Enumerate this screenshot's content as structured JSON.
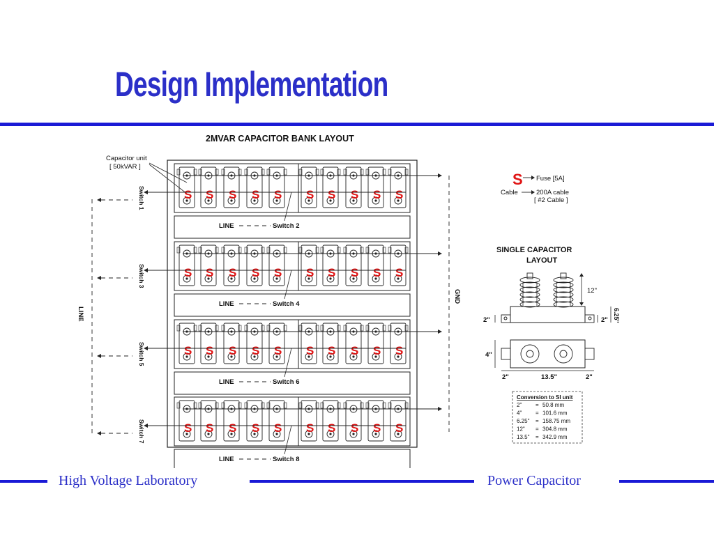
{
  "slide": {
    "title": "Design Implementation"
  },
  "diagram": {
    "heading": "2MVAR CAPACITOR BANK LAYOUT",
    "capacitor_unit_label": [
      "Capacitor unit",
      "[ 50kVAR ]"
    ],
    "switches": [
      "Switch 1",
      "Switch 3",
      "Switch 5",
      "Switch 7"
    ],
    "line_switches": [
      "Switch 2",
      "Switch 4",
      "Switch 6",
      "Switch 8"
    ],
    "line_label": "LINE",
    "left_line_label": "LINE",
    "gnd_label": "GND",
    "fuse_symbol": "S",
    "legend": {
      "fuse": "Fuse [5A]",
      "cable": "Cable",
      "cable_spec": [
        "200A cable",
        "[ #2 Cable ]"
      ]
    },
    "single_layout": {
      "title": [
        "SINGLE CAPACITOR",
        "LAYOUT"
      ],
      "dims": {
        "height_12": "12\"",
        "height_625": "6.25\"",
        "side_left": "2\"",
        "side_right": "2\"",
        "depth_4": "4\"",
        "bottom_left": "2\"",
        "bottom_mid": "13.5\"",
        "bottom_right": "2\""
      }
    },
    "conversion": {
      "title": "Conversion to SI unit",
      "rows": [
        {
          "imperial": "2\"",
          "metric": "50.8 mm"
        },
        {
          "imperial": "4\"",
          "metric": "101.6 mm"
        },
        {
          "imperial": "6.25\"",
          "metric": "158.75 mm"
        },
        {
          "imperial": "12\"",
          "metric": "304.8 mm"
        },
        {
          "imperial": "13.5\"",
          "metric": "342.9 mm"
        }
      ]
    }
  },
  "footer": {
    "left": "High Voltage Laboratory",
    "right": "Power Capacitor"
  },
  "colors": {
    "title_blue": "#2b2fc8",
    "rule_blue": "#1a1ad6",
    "fuse_red": "#e01515"
  }
}
